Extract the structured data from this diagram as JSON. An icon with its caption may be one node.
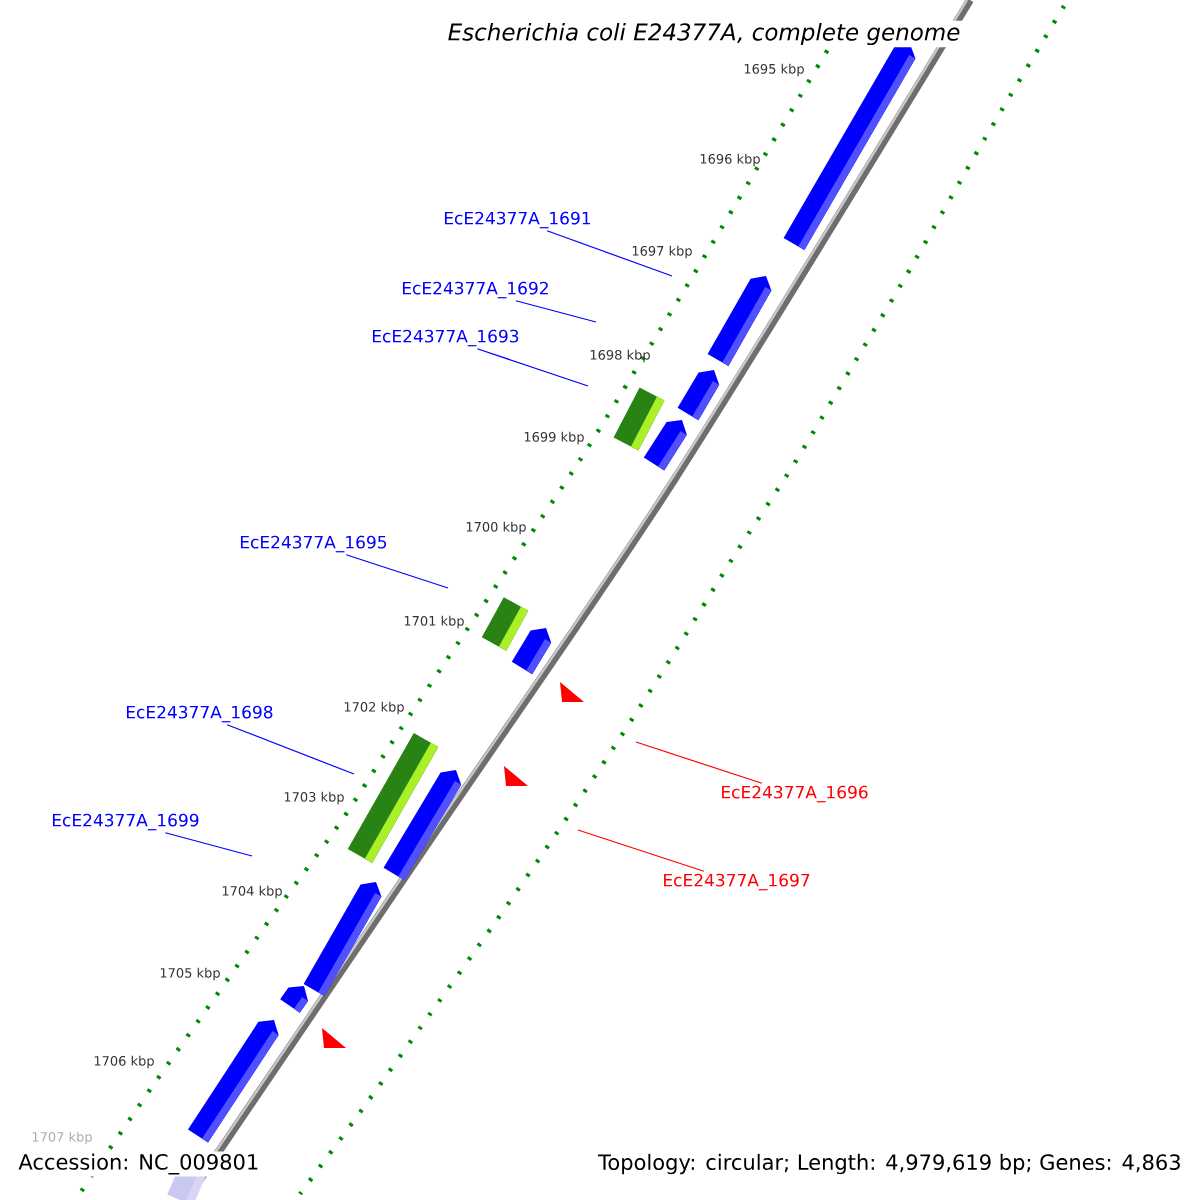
{
  "diagram": {
    "title": "Escherichia coli E24377A, complete genome",
    "nodes": [
      {
        "text": [
          "EcE24377A_1691"
        ]
      },
      {
        "text": [
          "EcE24377A_1692"
        ]
      },
      {
        "text": [
          "EcE24377A_1693"
        ]
      },
      {
        "text": [
          "EcE24377A_1695"
        ]
      },
      {
        "text": [
          "EcE24377A_1698"
        ]
      },
      {
        "text": [
          "EcE24377A_1699"
        ]
      },
      {
        "text": [
          "EcE24377A_1696"
        ]
      },
      {
        "text": [
          "EcE24377A_1697"
        ]
      }
    ],
    "edges": [
      {
        "from": 0,
        "to": null,
        "arrow": "none"
      },
      {
        "from": 1,
        "to": null,
        "arrow": "none"
      },
      {
        "from": 2,
        "to": null,
        "arrow": "none"
      },
      {
        "from": 3,
        "to": null,
        "arrow": "none"
      },
      {
        "from": 4,
        "to": null,
        "arrow": "none"
      },
      {
        "from": 5,
        "to": null,
        "arrow": "none"
      },
      {
        "from": 6,
        "to": null,
        "arrow": "none",
        "color": "#ff0000"
      },
      {
        "from": 7,
        "to": null,
        "arrow": "none",
        "color": "#ff0000"
      }
    ],
    "labels": [
      "1695 kbp",
      "1696 kbp",
      "1697 kbp",
      "1698 kbp",
      "1699 kbp",
      "1700 kbp",
      "1701 kbp",
      "1702 kbp",
      "1703 kbp",
      "1704 kbp",
      "1705 kbp",
      "1706 kbp",
      "1707 kbp",
      "Accession: NC_009801",
      "Topology: circular; Length: 4,979,619 bp; Genes: 4,863"
    ]
  }
}
